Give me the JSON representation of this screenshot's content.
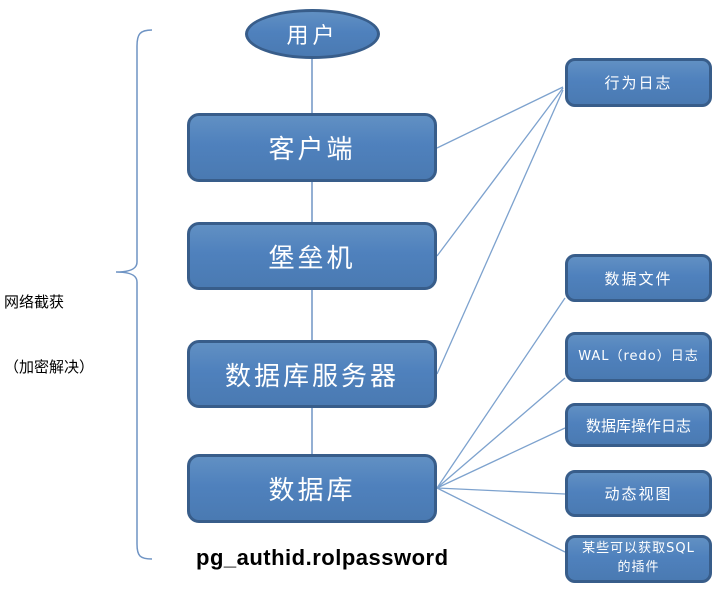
{
  "diagram": {
    "user_node": {
      "label": "用户"
    },
    "chain_nodes": [
      {
        "id": "client",
        "label": "客户端"
      },
      {
        "id": "bastion",
        "label": "堡垒机"
      },
      {
        "id": "db-server",
        "label": "数据库服务器"
      },
      {
        "id": "database",
        "label": "数据库"
      }
    ],
    "right_nodes": [
      {
        "id": "behavior-log",
        "label": "行为日志"
      },
      {
        "id": "data-file",
        "label": "数据文件"
      },
      {
        "id": "wal-log",
        "label": "WAL（redo）日志"
      },
      {
        "id": "db-op-log",
        "label": "数据库操作日志"
      },
      {
        "id": "dynamic-view",
        "label": "动态视图"
      },
      {
        "id": "sql-plugin",
        "label": "某些可以获取SQL的插件"
      }
    ],
    "brace_label_line1": "网络截获",
    "brace_label_line2": "（加密解决）",
    "footer_text": "pg_authid.rolpassword",
    "colors": {
      "node_fill": "#4f81bd",
      "node_border": "#385d8a",
      "connector": "#7da2ce",
      "text_on_node": "#ffffff",
      "text_plain": "#000000"
    }
  }
}
